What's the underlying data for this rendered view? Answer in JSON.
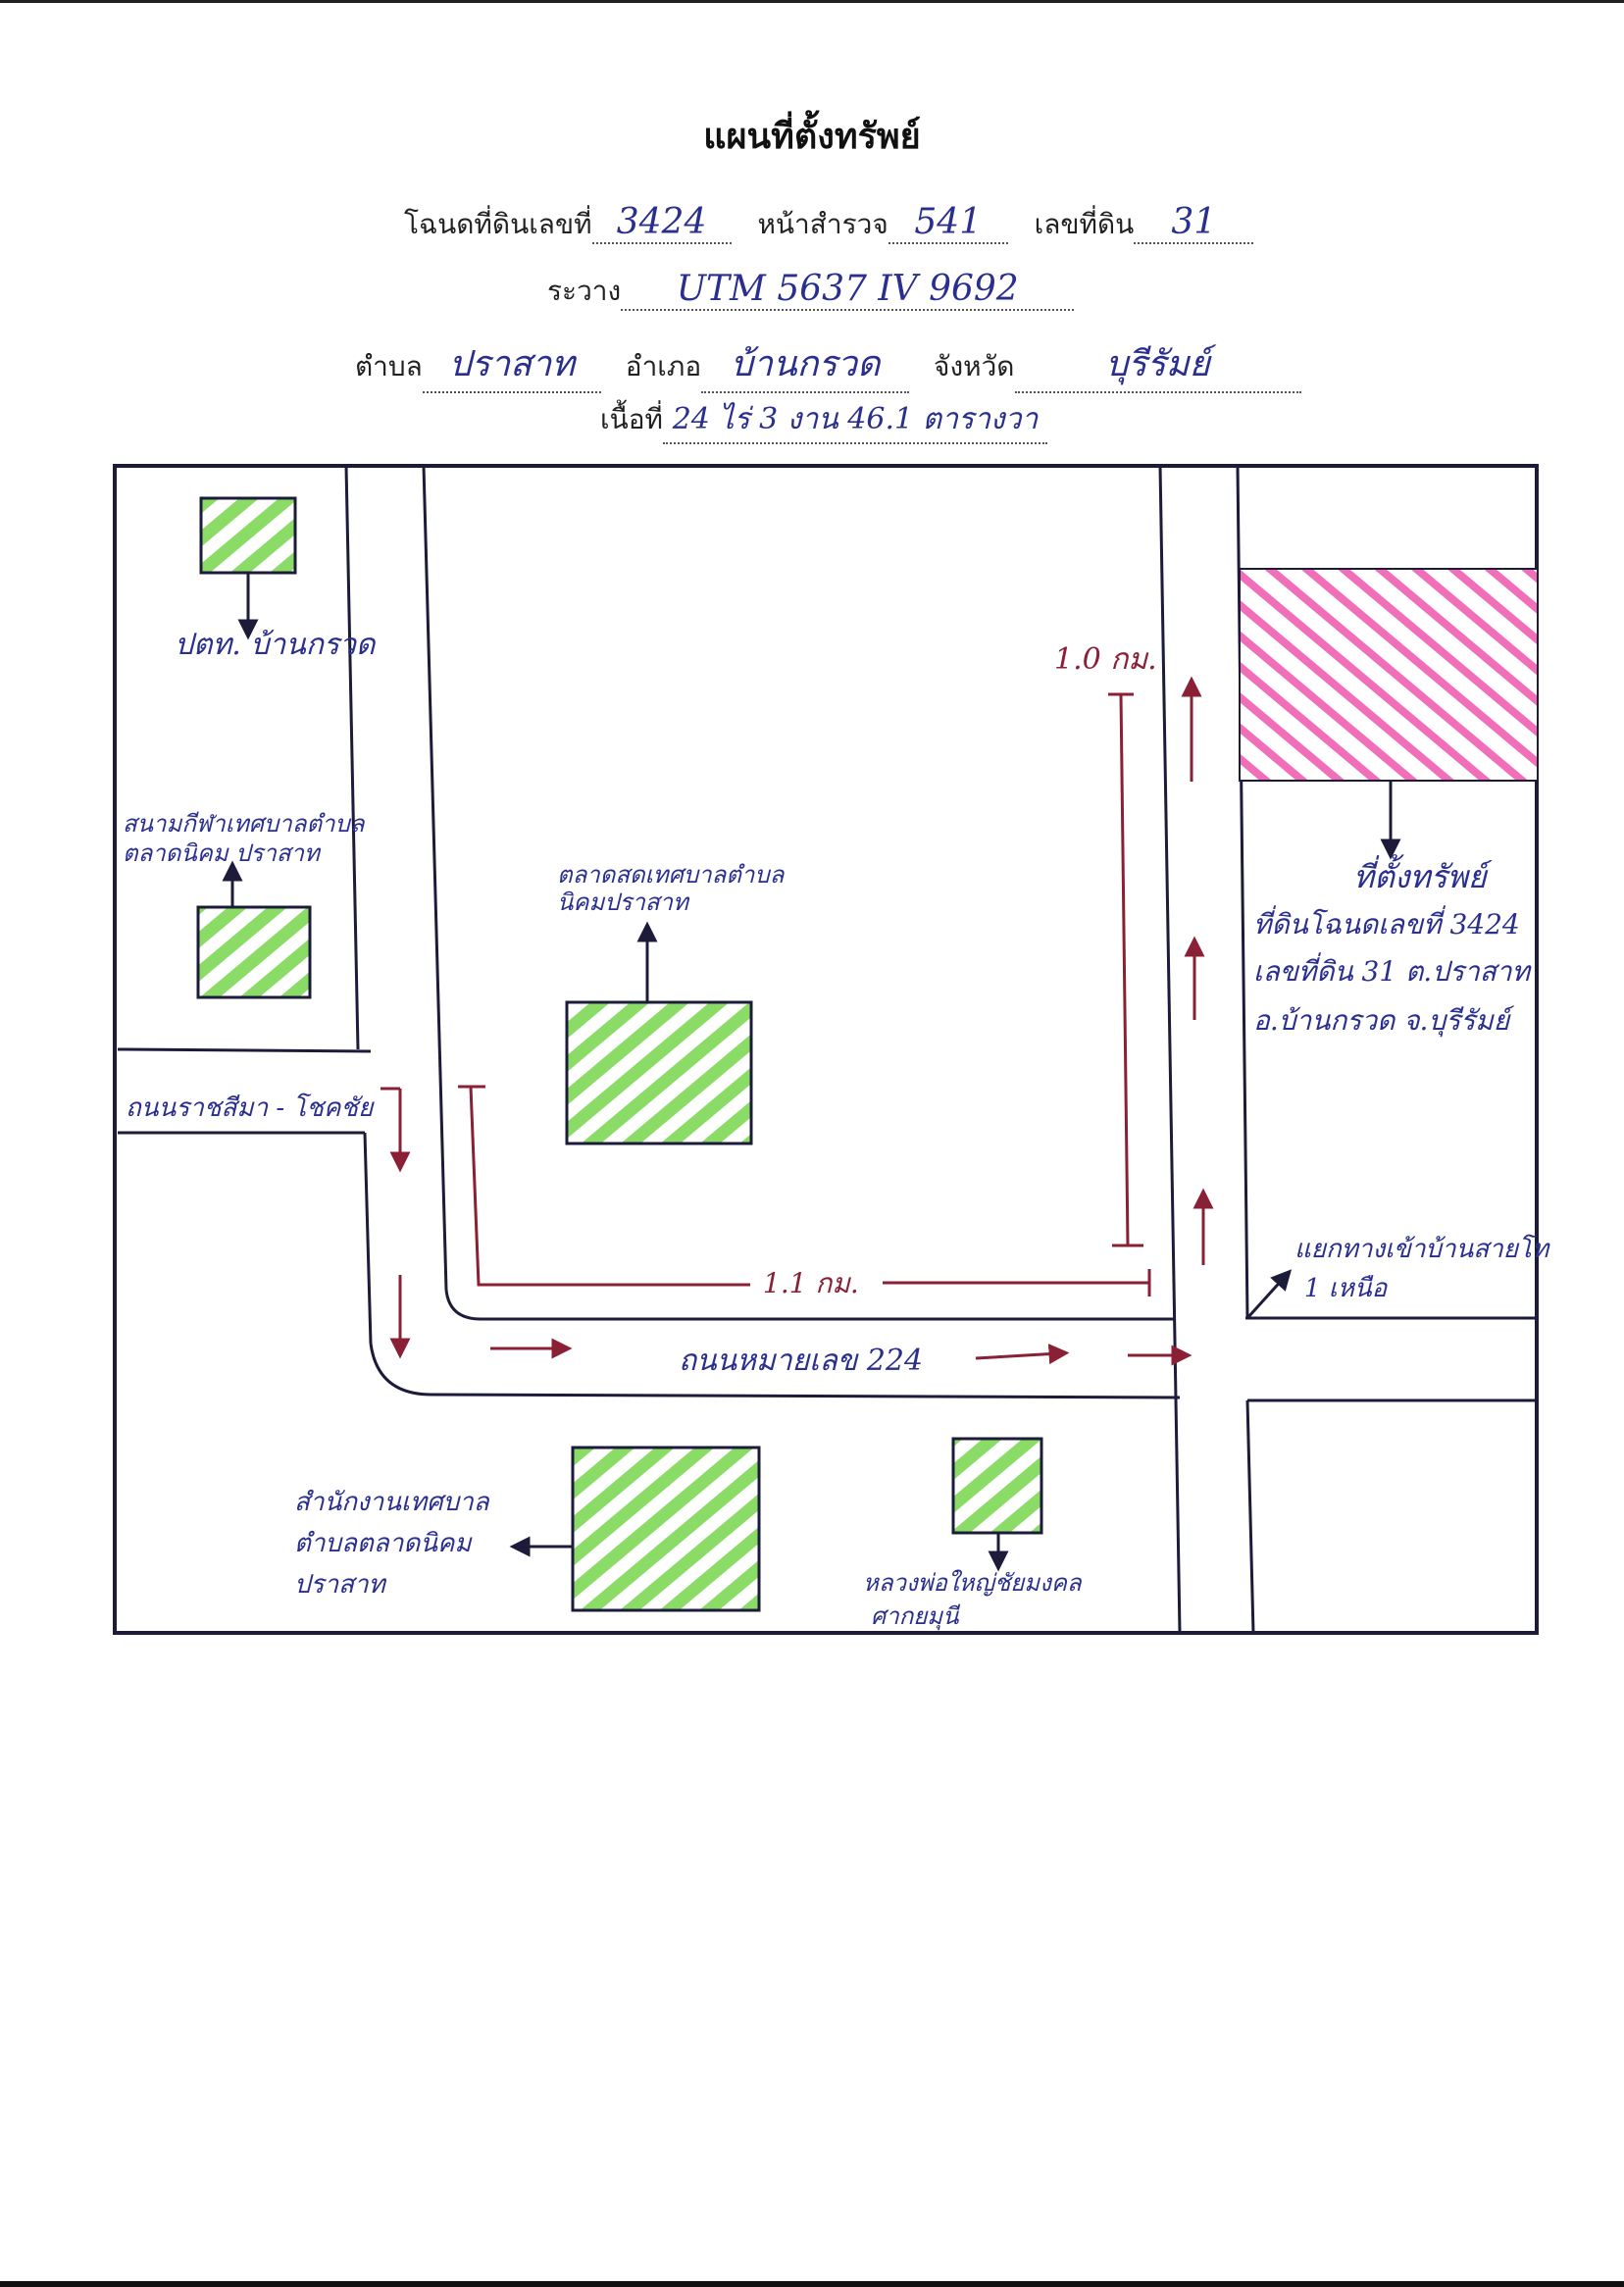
{
  "title": "แผนที่ตั้งทรัพย์",
  "form": {
    "deed_label": "โฉนดที่ดินเลขที่",
    "deed_no": "3424",
    "survey_page_label": "หน้าสำรวจ",
    "survey_page": "541",
    "land_no_label": "เลขที่ดิน",
    "land_no": "31",
    "grid_label": "ระวาง",
    "grid": "UTM 5637 IV 9692",
    "subdistrict_label": "ตำบล",
    "subdistrict": "ปราสาท",
    "district_label": "อำเภอ",
    "district": "บ้านกรวด",
    "province_label": "จังหวัด",
    "province": "บุรีรัมย์",
    "area_label": "เนื้อที่",
    "area": "24 ไร่ 3 งาน 46.1 ตารางวา"
  },
  "map": {
    "labels": {
      "tambon_office": "ปตท. บ้านกรวด",
      "stadium": [
        "สนามกีฬาเทศบาลตำบล",
        "ตลาดนิคม ปราสาท"
      ],
      "market": [
        "ตลาดสดเทศบาลตำบล",
        "นิคมปราสาท"
      ],
      "road_left": "ถนนราชสีมา - โชคชัย",
      "road_main": "ถนนหมายเลข 224",
      "dist_vertical": "1.0 กม.",
      "dist_horizontal": "1.1 กม.",
      "property": [
        "ที่ตั้งทรัพย์",
        "ที่ดินโฉนดเลขที่ 3424",
        "เลขที่ดิน 31 ต.ปราสาท",
        "อ.บ้านกรวด จ.บุรีรัมย์"
      ],
      "junction": [
        "แยกทางเข้าบ้านสายโท",
        "1 เหนือ"
      ],
      "municipal_office": [
        "สำนักงานเทศบาล",
        "ตำบลตลาดนิคม",
        "ปราสาท"
      ],
      "shrine": [
        "หลวงพ่อใหญ่ชัยมงคล",
        "ศากยมุนี"
      ]
    },
    "colors": {
      "ink": "#2a2f8f",
      "red": "#8a2035",
      "green": "#7ed957",
      "pink": "#f06fb8",
      "frame": "#1c1c3a"
    }
  }
}
